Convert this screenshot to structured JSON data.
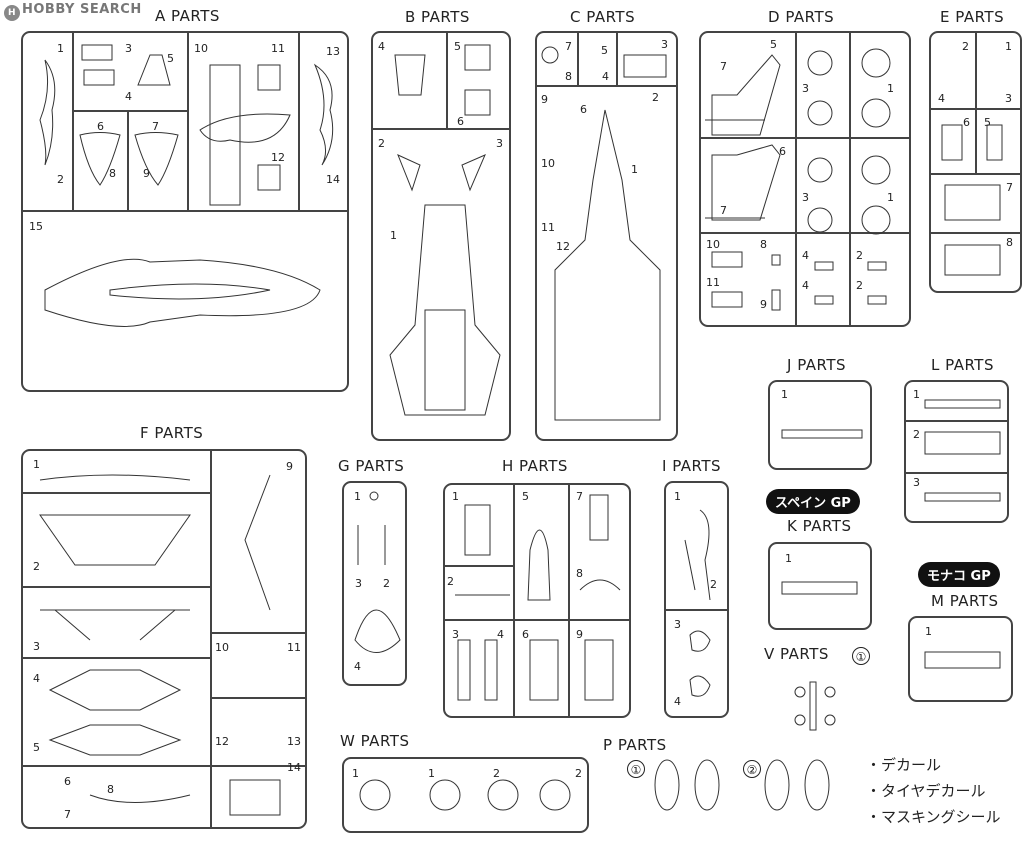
{
  "watermark": {
    "logo": "H",
    "text": "HOBBY SEARCH"
  },
  "groups": [
    {
      "id": "A",
      "title": "A PARTS",
      "nums": [
        "1",
        "2",
        "3",
        "4",
        "5",
        "6",
        "7",
        "8",
        "9",
        "10",
        "11",
        "12",
        "13",
        "14",
        "15"
      ]
    },
    {
      "id": "B",
      "title": "B PARTS",
      "nums": [
        "1",
        "2",
        "3",
        "4",
        "5",
        "6"
      ]
    },
    {
      "id": "C",
      "title": "C PARTS",
      "nums": [
        "1",
        "2",
        "3",
        "4",
        "5",
        "6",
        "7",
        "8",
        "9",
        "10",
        "11",
        "12"
      ]
    },
    {
      "id": "D",
      "title": "D PARTS",
      "nums": [
        "1",
        "2",
        "3",
        "4",
        "5",
        "6",
        "7",
        "8",
        "9",
        "10",
        "11"
      ]
    },
    {
      "id": "E",
      "title": "E PARTS",
      "nums": [
        "1",
        "2",
        "3",
        "4",
        "5",
        "6",
        "7",
        "8"
      ]
    },
    {
      "id": "F",
      "title": "F PARTS",
      "nums": [
        "1",
        "2",
        "3",
        "4",
        "5",
        "6",
        "7",
        "8",
        "9",
        "10",
        "11",
        "12",
        "13",
        "14"
      ]
    },
    {
      "id": "G",
      "title": "G PARTS",
      "nums": [
        "1",
        "2",
        "3",
        "4"
      ]
    },
    {
      "id": "H",
      "title": "H PARTS",
      "nums": [
        "1",
        "2",
        "3",
        "4",
        "5",
        "6",
        "7",
        "8",
        "9"
      ]
    },
    {
      "id": "I",
      "title": "I PARTS",
      "nums": [
        "1",
        "2",
        "3",
        "4"
      ]
    },
    {
      "id": "J",
      "title": "J PARTS",
      "nums": [
        "1"
      ]
    },
    {
      "id": "K",
      "title": "K PARTS",
      "nums": [
        "1"
      ]
    },
    {
      "id": "L",
      "title": "L PARTS",
      "nums": [
        "1",
        "2",
        "3"
      ]
    },
    {
      "id": "M",
      "title": "M PARTS",
      "nums": [
        "1"
      ]
    },
    {
      "id": "V",
      "title": "V PARTS",
      "nums": [
        "①"
      ]
    },
    {
      "id": "W",
      "title": "W PARTS",
      "nums": [
        "1",
        "1",
        "2",
        "2"
      ]
    },
    {
      "id": "P",
      "title": "P PARTS",
      "nums": [
        "①",
        "②"
      ]
    }
  ],
  "badges": {
    "spain": "スペイン GP",
    "monaco": "モナコ GP"
  },
  "notes": [
    "・デカール",
    "・タイヤデカール",
    "・マスキングシール"
  ]
}
